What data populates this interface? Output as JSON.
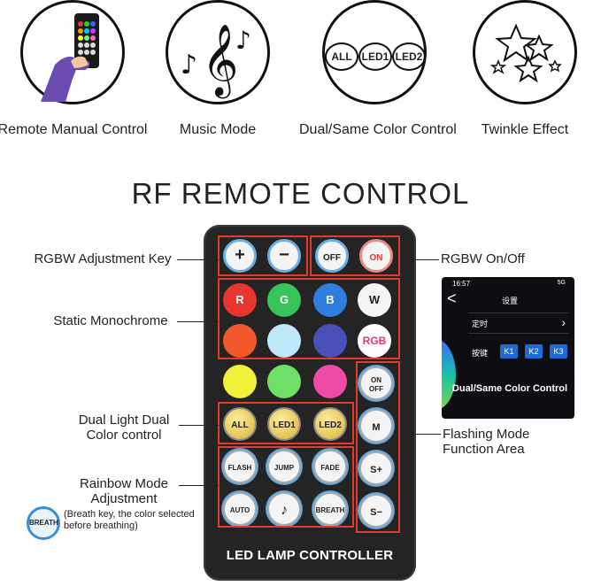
{
  "features": [
    {
      "label": "Remote Manual Control",
      "icon": "hand-remote-icon"
    },
    {
      "label": "Music Mode",
      "icon": "music-notes-icon"
    },
    {
      "label": "Dual/Same Color Control",
      "icon": "dual-color-icon",
      "pills": [
        "ALL",
        "LED1",
        "LED2"
      ]
    },
    {
      "label": "Twinkle Effect",
      "icon": "stars-icon"
    }
  ],
  "title": "RF REMOTE CONTROL",
  "remote": {
    "title": "LED LAMP CONTROLLER",
    "buttons": {
      "plus": "+",
      "minus": "−",
      "off": "OFF",
      "on": "ON",
      "r": "R",
      "g": "G",
      "b": "B",
      "w": "W",
      "rgb": "RGB",
      "all": "ALL",
      "led1": "LED1",
      "led2": "LED2",
      "flash": "FLASH",
      "jump": "JUMP",
      "fade": "FADE",
      "auto": "AUTO",
      "music": "♪",
      "breath": "BREATH",
      "onoff_top": "ON",
      "onoff_bottom": "OFF",
      "m": "M",
      "splus": "S+",
      "sminus": "S−"
    }
  },
  "callouts": {
    "rgbw_adjust": "RGBW Adjustment Key",
    "static": "Static Monochrome",
    "dual_1": "Dual Light Dual",
    "dual_2": "Color control",
    "rainbow_1": "Rainbow Mode",
    "rainbow_2": "Adjustment",
    "rgbw_onoff": "RGBW On/Off",
    "flashing_1": "Flashing Mode",
    "flashing_2": "Function Area",
    "breath_note": "(Breath key, the color selected before breathing)",
    "breath_badge": "BREATH"
  },
  "phone": {
    "time": "16:57",
    "status": "5G",
    "header": "设置",
    "row1": "定时",
    "row2": "按键",
    "keys": [
      "K1",
      "K2",
      "K3"
    ],
    "banner": "Dual/Same Color Control"
  },
  "colors": {
    "red": "#e8352f",
    "green": "#37c45a",
    "blue": "#2e7ddf",
    "frame": "#e23b2b"
  }
}
